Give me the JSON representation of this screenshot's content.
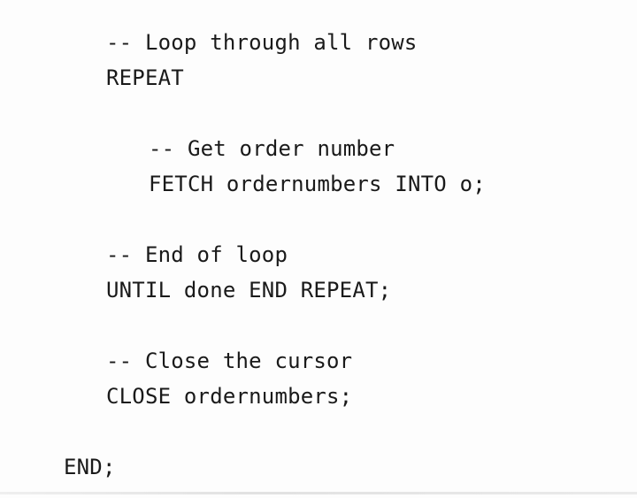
{
  "code": {
    "lines": [
      "-- Loop through all rows",
      "REPEAT",
      "-- Get order number",
      "FETCH ordernumbers INTO o;",
      "-- End of loop",
      "UNTIL done END REPEAT;",
      "-- Close the cursor",
      "CLOSE ordernumbers;",
      "END;"
    ]
  }
}
